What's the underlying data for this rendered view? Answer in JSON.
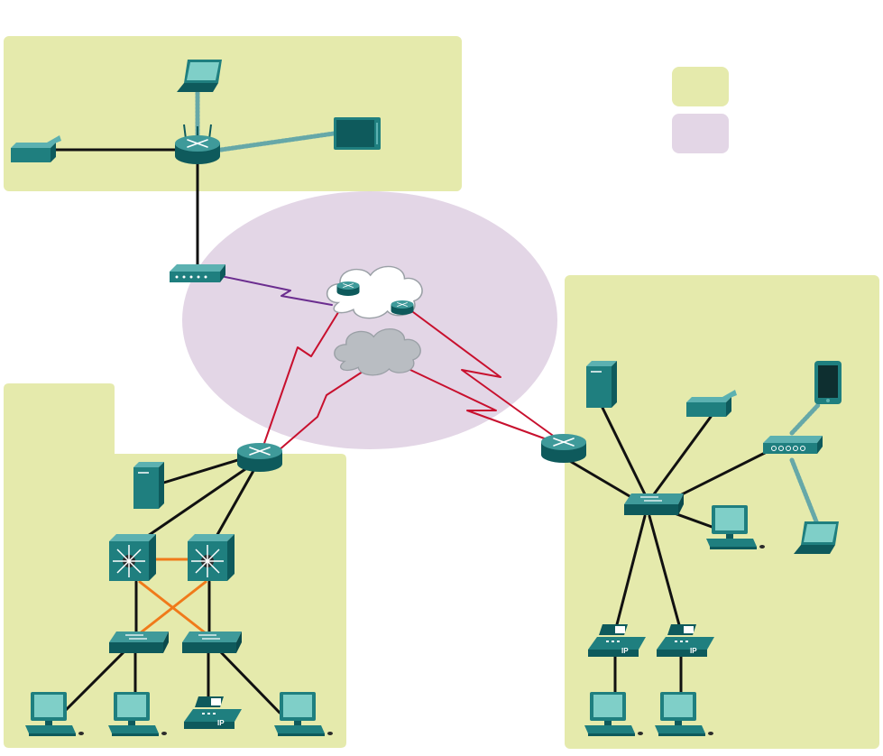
{
  "colors": {
    "lan_area": "#e5eaac",
    "wan_area": "#e3d6e6",
    "device_teal": "#1f7f7f",
    "device_teal_dark": "#0e5a5c",
    "device_teal_light": "#5cb1b1",
    "screen": "#7fcfc8",
    "wired_link": "#111111",
    "serial_link_red": "#c8102e",
    "serial_link_purple": "#6b2d8f",
    "etherchannel_orange": "#f07a1a",
    "wireless_link": "#66a8a8",
    "cloud_white": "#ffffff",
    "cloud_gray": "#b9bdc2"
  },
  "legend": {
    "items": [
      {
        "swatch": "lan-area-swatch",
        "color": "#e5eaac",
        "label": ""
      },
      {
        "swatch": "wan-area-swatch",
        "color": "#e3d6e6",
        "label": ""
      }
    ]
  },
  "phone_label": "IP",
  "areas": [
    {
      "name": "home-lan-area",
      "type": "LAN"
    },
    {
      "name": "wan-area",
      "type": "WAN"
    },
    {
      "name": "headquarters-lan-area",
      "type": "LAN"
    },
    {
      "name": "branch-lan-area",
      "type": "LAN"
    }
  ],
  "devices": [
    {
      "id": "home-laptop",
      "icon": "laptop-icon"
    },
    {
      "id": "home-wireless-router",
      "icon": "wireless-router-icon"
    },
    {
      "id": "home-printer",
      "icon": "printer-icon"
    },
    {
      "id": "home-smart-tv",
      "icon": "tv-icon"
    },
    {
      "id": "home-dsl-modem",
      "icon": "modem-icon"
    },
    {
      "id": "isp-cloud",
      "icon": "cloud-icon"
    },
    {
      "id": "isp-router-a",
      "icon": "router-icon"
    },
    {
      "id": "isp-router-b",
      "icon": "router-icon"
    },
    {
      "id": "wan-cloud",
      "icon": "cloud-icon"
    },
    {
      "id": "hq-router",
      "icon": "router-icon"
    },
    {
      "id": "hq-server",
      "icon": "server-icon"
    },
    {
      "id": "hq-multilayer-switch-1",
      "icon": "multilayer-switch-icon"
    },
    {
      "id": "hq-multilayer-switch-2",
      "icon": "multilayer-switch-icon"
    },
    {
      "id": "hq-access-switch-1",
      "icon": "switch-icon"
    },
    {
      "id": "hq-access-switch-2",
      "icon": "switch-icon"
    },
    {
      "id": "hq-pc-1",
      "icon": "pc-icon"
    },
    {
      "id": "hq-pc-2",
      "icon": "pc-icon"
    },
    {
      "id": "hq-ip-phone",
      "icon": "ip-phone-icon"
    },
    {
      "id": "hq-pc-3",
      "icon": "pc-icon"
    },
    {
      "id": "branch-router",
      "icon": "router-icon"
    },
    {
      "id": "branch-switch",
      "icon": "switch-icon"
    },
    {
      "id": "branch-server",
      "icon": "server-icon"
    },
    {
      "id": "branch-printer",
      "icon": "printer-icon"
    },
    {
      "id": "branch-tablet",
      "icon": "tablet-icon"
    },
    {
      "id": "branch-access-point",
      "icon": "access-point-icon"
    },
    {
      "id": "branch-laptop",
      "icon": "laptop-icon"
    },
    {
      "id": "branch-pc-1",
      "icon": "pc-icon"
    },
    {
      "id": "branch-ip-phone-1",
      "icon": "ip-phone-icon"
    },
    {
      "id": "branch-ip-phone-2",
      "icon": "ip-phone-icon"
    },
    {
      "id": "branch-pc-2",
      "icon": "pc-icon"
    },
    {
      "id": "branch-pc-3",
      "icon": "pc-icon"
    }
  ],
  "links": [
    {
      "from": "home-printer",
      "to": "home-wireless-router",
      "type": "wired"
    },
    {
      "from": "home-laptop",
      "to": "home-wireless-router",
      "type": "wireless"
    },
    {
      "from": "home-smart-tv",
      "to": "home-wireless-router",
      "type": "wireless"
    },
    {
      "from": "home-wireless-router",
      "to": "home-dsl-modem",
      "type": "wired"
    },
    {
      "from": "home-dsl-modem",
      "to": "isp-cloud",
      "type": "serial"
    },
    {
      "from": "isp-router-b",
      "to": "branch-router",
      "type": "serial"
    },
    {
      "from": "isp-router-a",
      "to": "hq-router",
      "type": "serial"
    },
    {
      "from": "wan-cloud",
      "to": "hq-router",
      "type": "serial"
    },
    {
      "from": "wan-cloud",
      "to": "branch-router",
      "type": "serial"
    },
    {
      "from": "hq-router",
      "to": "hq-server",
      "type": "wired"
    },
    {
      "from": "hq-router",
      "to": "hq-multilayer-switch-1",
      "type": "wired"
    },
    {
      "from": "hq-router",
      "to": "hq-multilayer-switch-2",
      "type": "wired"
    },
    {
      "from": "hq-multilayer-switch-1",
      "to": "hq-multilayer-switch-2",
      "type": "etherchannel"
    },
    {
      "from": "hq-multilayer-switch-1",
      "to": "hq-access-switch-2",
      "type": "etherchannel"
    },
    {
      "from": "hq-multilayer-switch-2",
      "to": "hq-access-switch-1",
      "type": "etherchannel"
    },
    {
      "from": "hq-multilayer-switch-1",
      "to": "hq-access-switch-1",
      "type": "wired"
    },
    {
      "from": "hq-multilayer-switch-2",
      "to": "hq-access-switch-2",
      "type": "wired"
    },
    {
      "from": "hq-access-switch-1",
      "to": "hq-pc-1",
      "type": "wired"
    },
    {
      "from": "hq-access-switch-1",
      "to": "hq-pc-2",
      "type": "wired"
    },
    {
      "from": "hq-access-switch-2",
      "to": "hq-ip-phone",
      "type": "wired"
    },
    {
      "from": "hq-access-switch-2",
      "to": "hq-pc-3",
      "type": "wired"
    },
    {
      "from": "branch-router",
      "to": "branch-switch",
      "type": "wired"
    },
    {
      "from": "branch-switch",
      "to": "branch-server",
      "type": "wired"
    },
    {
      "from": "branch-switch",
      "to": "branch-printer",
      "type": "wired"
    },
    {
      "from": "branch-switch",
      "to": "branch-access-point",
      "type": "wired"
    },
    {
      "from": "branch-switch",
      "to": "branch-pc-1",
      "type": "wired"
    },
    {
      "from": "branch-switch",
      "to": "branch-ip-phone-1",
      "type": "wired"
    },
    {
      "from": "branch-switch",
      "to": "branch-ip-phone-2",
      "type": "wired"
    },
    {
      "from": "branch-access-point",
      "to": "branch-tablet",
      "type": "wireless"
    },
    {
      "from": "branch-access-point",
      "to": "branch-laptop",
      "type": "wireless"
    },
    {
      "from": "branch-ip-phone-1",
      "to": "branch-pc-2",
      "type": "wired"
    },
    {
      "from": "branch-ip-phone-2",
      "to": "branch-pc-3",
      "type": "wired"
    }
  ]
}
